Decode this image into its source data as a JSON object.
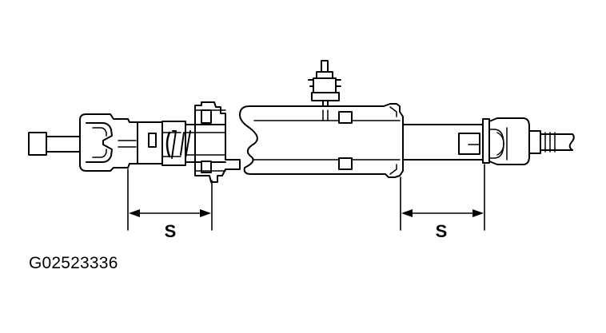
{
  "figure": {
    "code": "G02523336",
    "left_dimension_label": "S",
    "right_dimension_label": "S"
  },
  "colors": {
    "line": "#000000",
    "background": "#ffffff"
  }
}
